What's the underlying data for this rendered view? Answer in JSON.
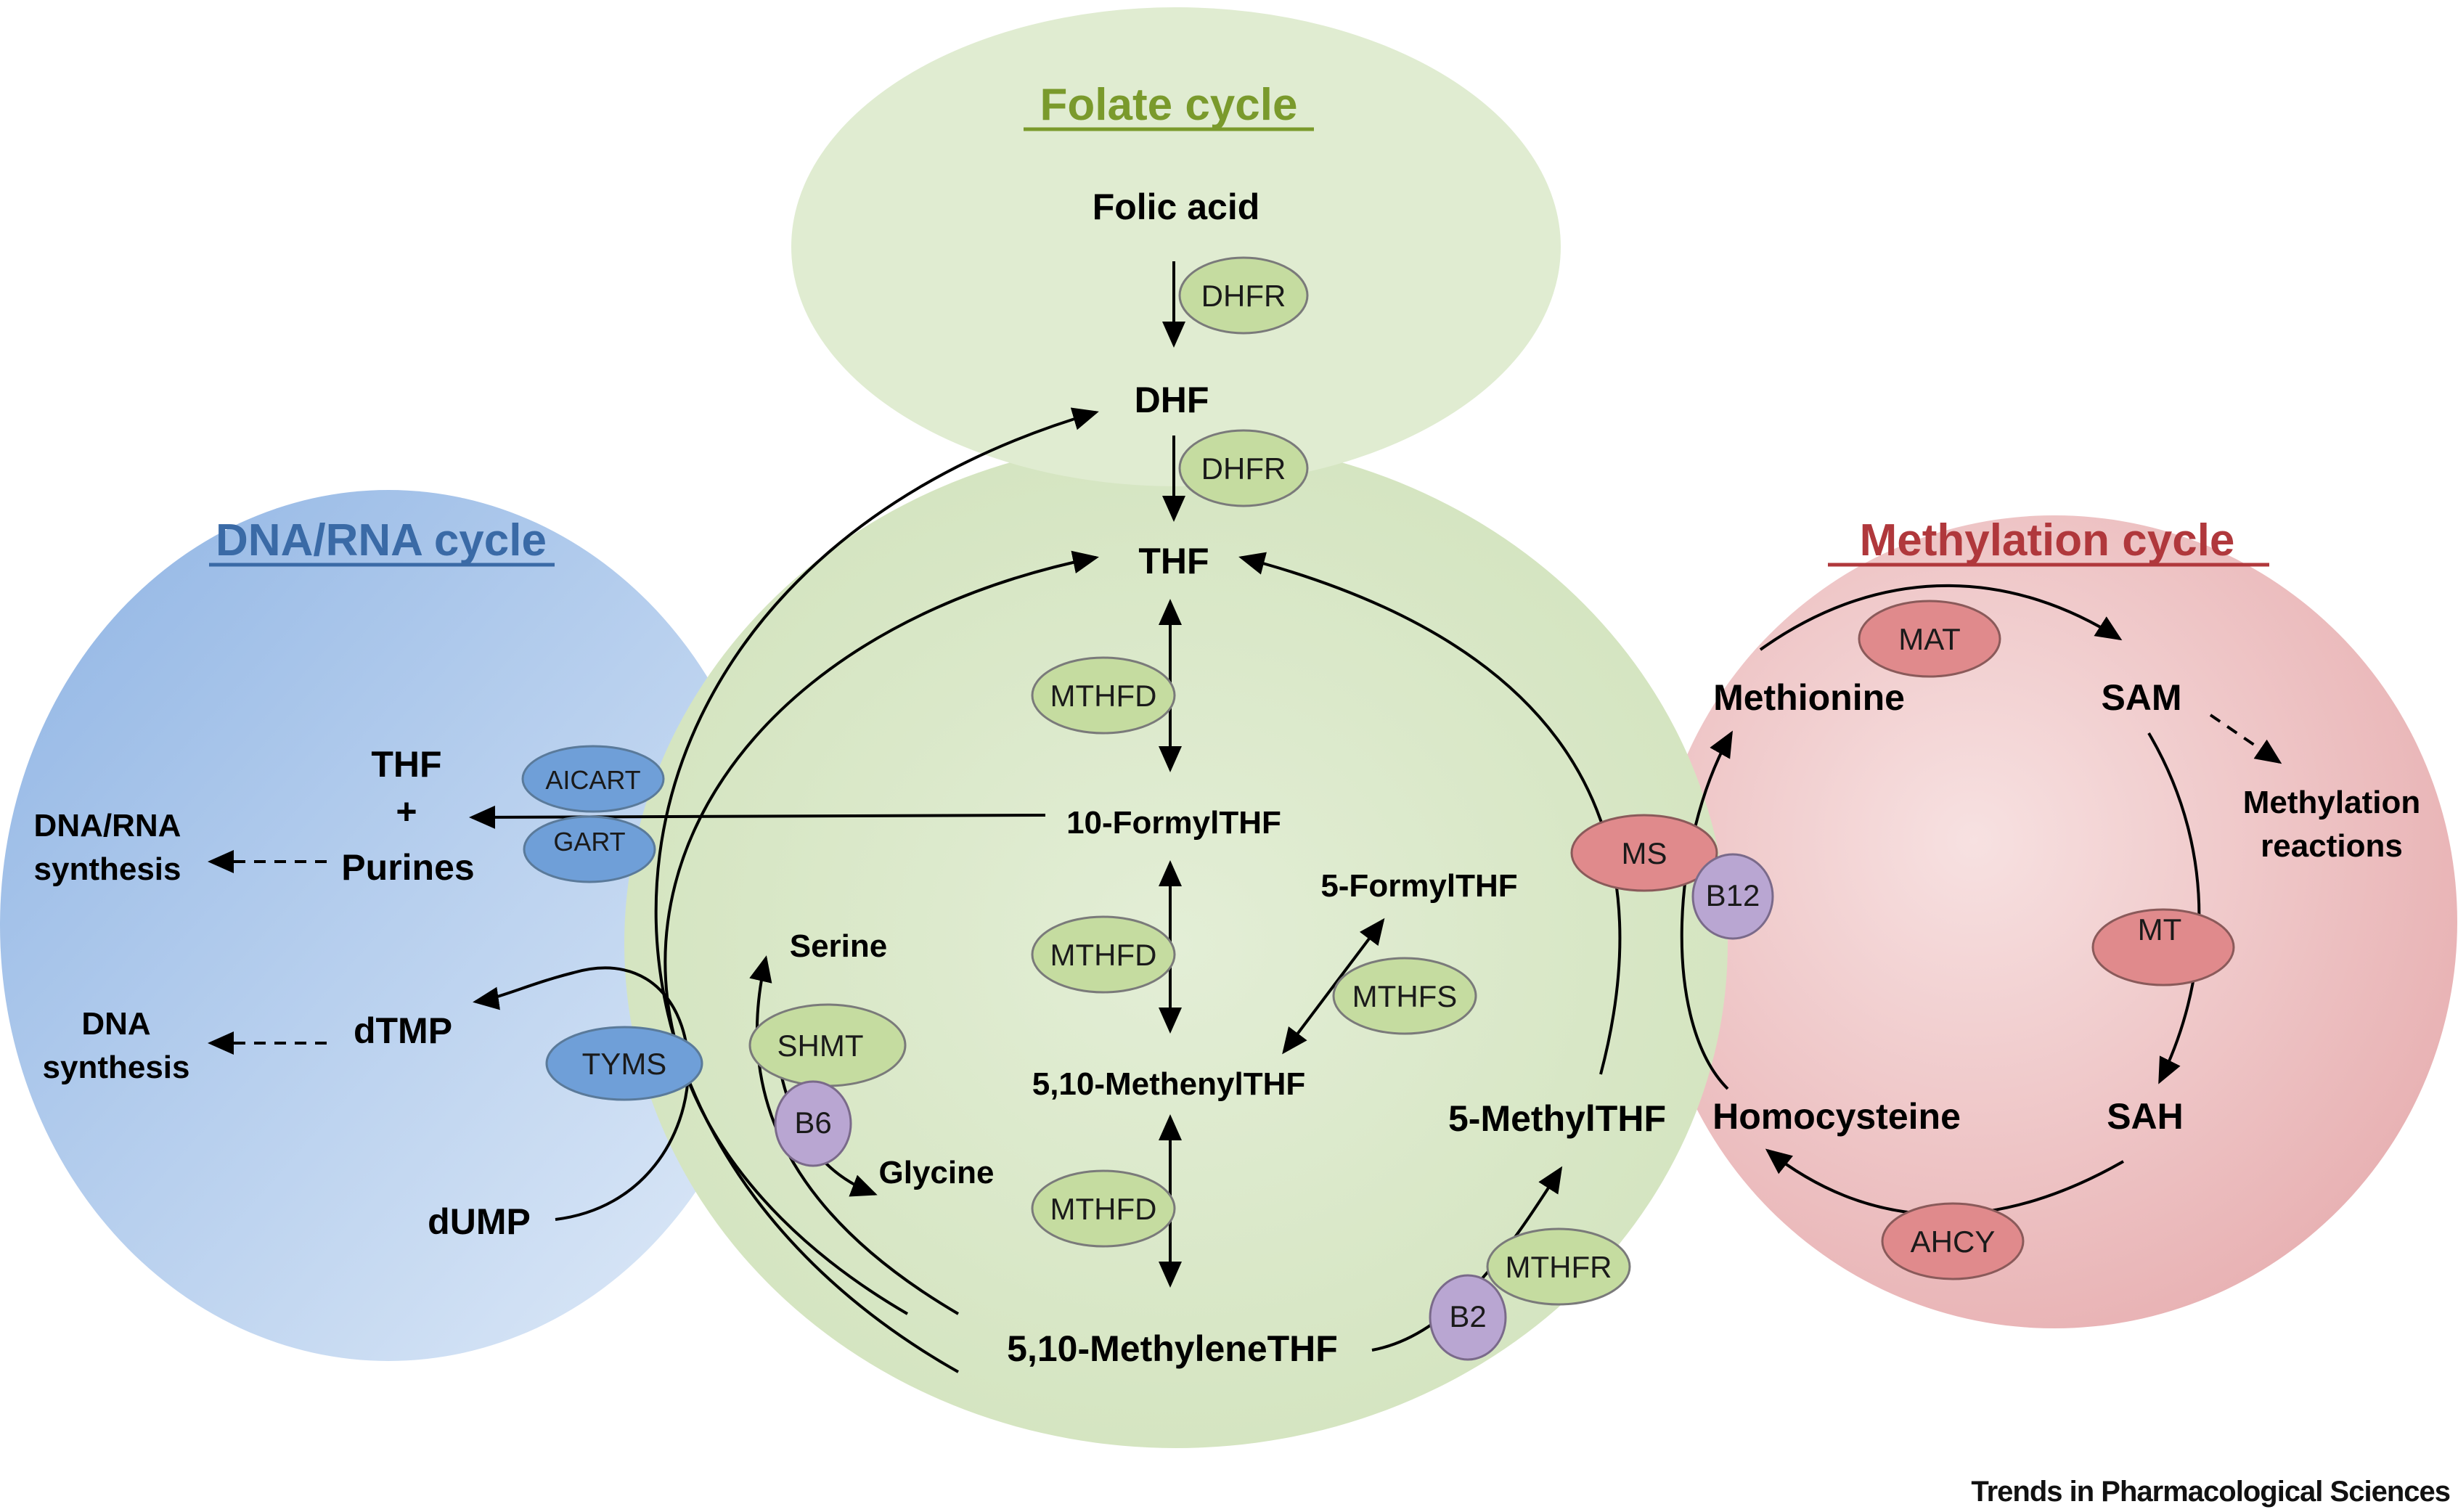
{
  "cycles": {
    "folate": {
      "title": "Folate cycle",
      "color": "#7a9a2c"
    },
    "dna_rna": {
      "title": "DNA/RNA cycle",
      "color": "#3a6aa6"
    },
    "methylation": {
      "title": "Methylation cycle",
      "color": "#b0383c"
    }
  },
  "colors": {
    "folate_bg": "#d6e6c3",
    "dna_bg": "#a9c6ea",
    "methyl_bg": "#efc6c7",
    "green_enzyme": "#c5dca0",
    "blue_enzyme": "#6f9fd8",
    "red_enzyme": "#e08a8c",
    "purple_vitamin": "#b9a6d2"
  },
  "metabolites": {
    "folic_acid": "Folic acid",
    "dhf": "DHF",
    "thf": "THF",
    "formyl_thf_10": "10-FormylTHF",
    "formyl_thf_5": "5-FormylTHF",
    "methenyl_thf": "5,10-MethenylTHF",
    "methylene_thf": "5,10-MethyleneTHF",
    "methyl_thf": "5-MethylTHF",
    "serine": "Serine",
    "glycine": "Glycine",
    "thf_left": "THF",
    "plus": "+",
    "purines": "Purines",
    "dtmp": "dTMP",
    "dump": "dUMP",
    "dna_rna_synthesis_1": "DNA/RNA",
    "dna_rna_synthesis_2": "synthesis",
    "dna_synthesis_1": "DNA",
    "dna_synthesis_2": "synthesis",
    "methionine": "Methionine",
    "sam": "SAM",
    "sah": "SAH",
    "homocysteine": "Homocysteine",
    "methylation_reactions_1": "Methylation",
    "methylation_reactions_2": "reactions"
  },
  "enzymes": {
    "dhfr_1": "DHFR",
    "dhfr_2": "DHFR",
    "mthfd_1": "MTHFD",
    "mthfd_2": "MTHFD",
    "mthfd_3": "MTHFD",
    "mthfs": "MTHFS",
    "shmt": "SHMT",
    "mthfr": "MTHFR",
    "aicart": "AICART",
    "gart": "GART",
    "tyms": "TYMS",
    "ms": "MS",
    "mat": "MAT",
    "mt": "MT",
    "ahcy": "AHCY"
  },
  "vitamins": {
    "b6": "B6",
    "b2": "B2",
    "b12": "B12"
  },
  "footer": "Trends in Pharmacological Sciences"
}
